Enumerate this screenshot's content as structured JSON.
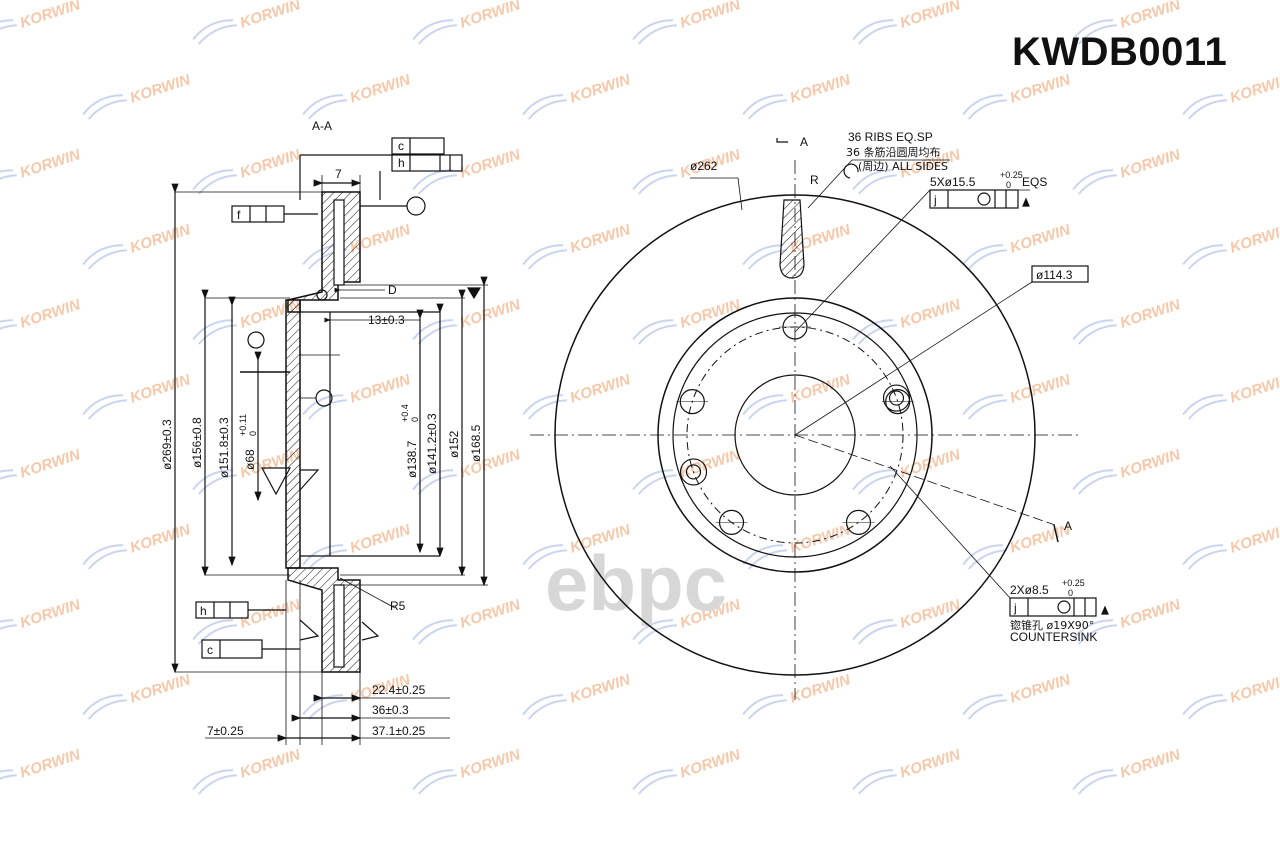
{
  "part_number": "KWDB0011",
  "watermark": {
    "brand": "KORWIN",
    "logo": "ebpc"
  },
  "section": {
    "label": "A-A",
    "dims": {
      "d269": "ø269±0.3",
      "d156": "ø156±0.8",
      "d151": "ø151.8±0.3",
      "d68": "ø68",
      "d68_tol_up": "+0.11",
      "d68_tol_lo": "0",
      "d138": "ø138.7",
      "d138_tol_up": "+0.4",
      "d138_tol_lo": "0",
      "d141": "ø141.2±0.3",
      "d152": "ø152",
      "d168": "ø168.5",
      "w7_top": "7",
      "thick13": "13±0.3",
      "r5": "R5",
      "datum_d": "D",
      "t22": "22.4±0.25",
      "t36": "36±0.3",
      "t37": "37.1±0.25",
      "t7": "7±0.25"
    },
    "tol_letters": [
      "c",
      "h",
      "f",
      "h",
      "c"
    ]
  },
  "front": {
    "d262": "ø262",
    "ribs_line1": "36  RIBS  EQ.SP",
    "ribs_line2": "36 条筋沿圆周均布",
    "ribs_line3": "(周边)  ALL  SIDES",
    "r_label": "R",
    "bolt_holes": "5Xø15.5",
    "bolt_tol_up": "+0.25",
    "bolt_tol_lo": "0",
    "eqs": "EQS",
    "pcd": "ø114.3",
    "small_holes": "2Xø8.5",
    "small_tol_up": "+0.25",
    "small_tol_lo": "0",
    "countersink_cn": "锪锥孔 ø19X90°",
    "countersink_en": "COUNTERSINK",
    "section_mark": "A",
    "tol_letter": "j"
  },
  "colors": {
    "line": "#111111",
    "watermark": "#f6c7a8",
    "watermark_blue": "#c9d4ef",
    "logo": "#d7d7d7"
  }
}
